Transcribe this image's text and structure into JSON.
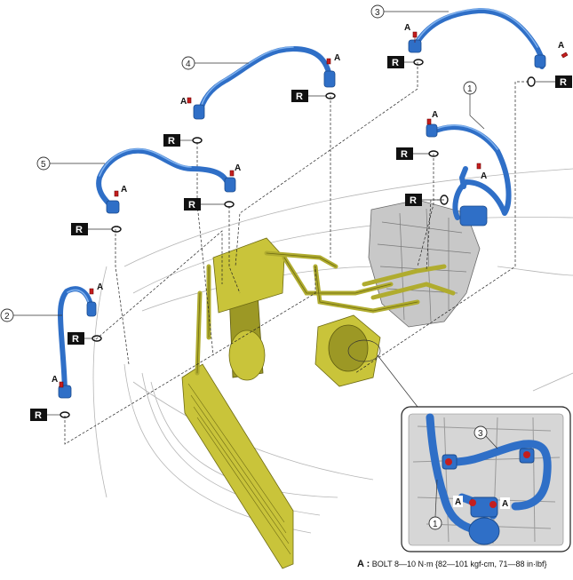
{
  "tags": {
    "removable": "R",
    "bolt": "A"
  },
  "callouts": [
    "1",
    "2",
    "3",
    "4",
    "5"
  ],
  "inset": {
    "callouts": [
      "1",
      "3"
    ],
    "bolt_labels": [
      "A",
      "A"
    ]
  },
  "legend": {
    "key": "A :",
    "text": "BOLT   8—10 N·m {82—101 kgf-cm, 71—88 in·lbf}"
  },
  "colors": {
    "hose": "#2f6fc7",
    "components": "#c9c43a",
    "bolt": "#c41e1e",
    "tag": "#111111"
  }
}
